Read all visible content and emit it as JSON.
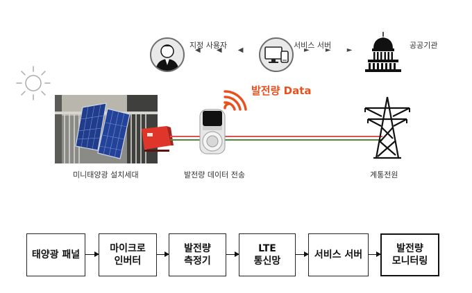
{
  "top_entities": {
    "user_label": "지정 사용자",
    "server_label": "서비스 서버",
    "agency_label": "공공기관",
    "left_arrows": "◀ ◀ ◀",
    "right_arrows": "► ► ►"
  },
  "data_label": "발전량 Data",
  "bottom_labels": {
    "household": "미니태양광 설치세대",
    "transmit": "발전량 데이터 전송",
    "grid": "계통전원"
  },
  "flow": [
    {
      "label": "태양광 패널"
    },
    {
      "label": "마이크로\n인버터"
    },
    {
      "label": "발전량\n측정기"
    },
    {
      "label": "LTE\n통신망"
    },
    {
      "label": "서비스 서버"
    },
    {
      "label": "발전량\n모니터링"
    }
  ],
  "colors": {
    "data_accent": "#e8501e",
    "power_line_red": "#d9534f",
    "power_line_green": "#4a8a3a",
    "inverter": "#e0352b"
  }
}
